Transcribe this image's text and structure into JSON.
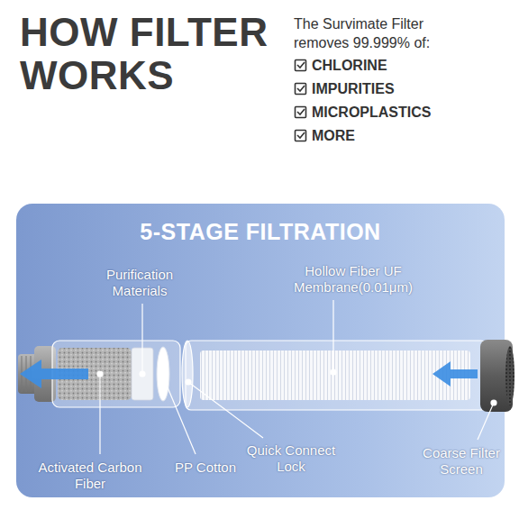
{
  "diagram": {
    "title": "HOW FILTER WORKS",
    "nodes": [
      {
        "text": [
          "5-STAGE FILTRATION"
        ]
      }
    ],
    "labels": [
      "The Survimate Filter removes 99.999% of:",
      "CHLORINE",
      "IMPURITIES",
      "MICROPLASTICS",
      "MORE",
      "Purification Materials",
      "Hollow Fiber UF Membrane(0.01μm)",
      "Activated Carbon Fiber",
      "PP Cotton",
      "Quick Connect Lock",
      "Coarse Filter Screen"
    ]
  }
}
